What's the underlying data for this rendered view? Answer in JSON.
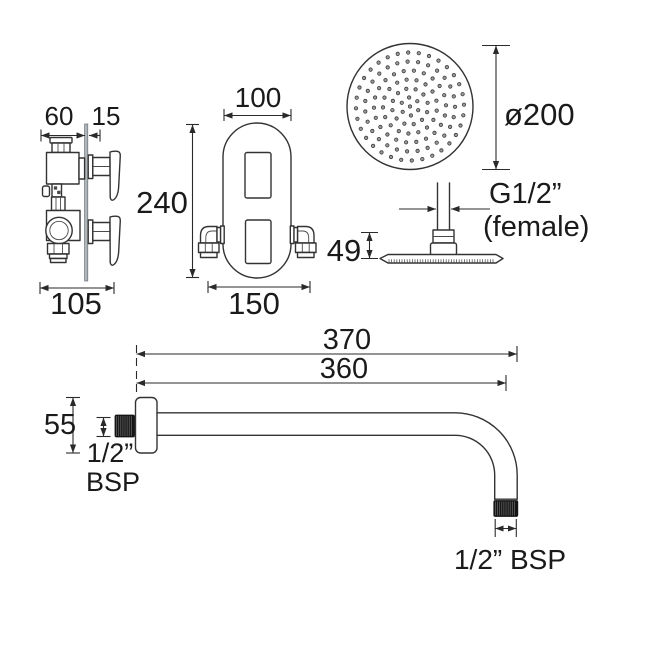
{
  "colors": {
    "background": "#ffffff",
    "line": "#333333",
    "dimension_line": "#2a2a2a",
    "text": "#1a1a1a",
    "thread_fill": "#141414",
    "wall_fill": "#b0b5b8"
  },
  "views": {
    "valve_side": {
      "dim_body_depth": "60",
      "dim_handle_depth": "15",
      "dim_overall_depth": "105"
    },
    "faceplate_front": {
      "dim_width_top": "100",
      "dim_height": "240",
      "dim_width_bottom": "150"
    },
    "shower_head_top": {
      "diameter_label": "ø200",
      "nozzle_rings": [
        {
          "radius": 0,
          "count": 1
        },
        {
          "radius": 9,
          "count": 6
        },
        {
          "radius": 18,
          "count": 12
        },
        {
          "radius": 27,
          "count": 17
        },
        {
          "radius": 36,
          "count": 22
        },
        {
          "radius": 45,
          "count": 27
        },
        {
          "radius": 54,
          "count": 32
        }
      ],
      "dot_radius": 1.7
    },
    "shower_head_side": {
      "dim_height": "49",
      "thread_label": "G1/2”",
      "thread_gender": "(female)"
    },
    "shower_arm": {
      "dim_overall_length": "370",
      "dim_to_outlet": "360",
      "dim_flange_height": "55",
      "inlet_thread_line1": "1/2”",
      "inlet_thread_line2": "BSP",
      "outlet_thread": "1/2” BSP"
    }
  }
}
